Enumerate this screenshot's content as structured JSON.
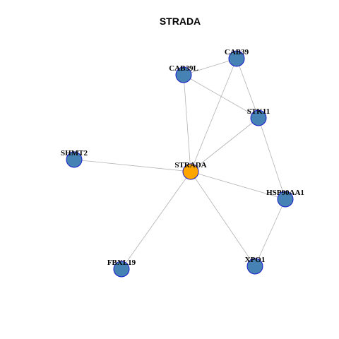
{
  "title": "STRADA",
  "colors": {
    "center_node": "#ffa500",
    "neighbor_node": "#4682b4",
    "node_border": "#1a1acc",
    "edge": "#b3b3b3"
  },
  "nodes": [
    {
      "id": "STRADA",
      "label": "STRADA",
      "role": "center"
    },
    {
      "id": "CAB39",
      "label": "CAB39",
      "role": "neighbor"
    },
    {
      "id": "CAB39L",
      "label": "CAB39L",
      "role": "neighbor"
    },
    {
      "id": "STK11",
      "label": "STK11",
      "role": "neighbor"
    },
    {
      "id": "SHMT2",
      "label": "SHMT2",
      "role": "neighbor"
    },
    {
      "id": "HSP90AA1",
      "label": "HSP90AA1",
      "role": "neighbor"
    },
    {
      "id": "FBXL19",
      "label": "FBXL19",
      "role": "neighbor"
    },
    {
      "id": "XPO1",
      "label": "XPO1",
      "role": "neighbor"
    }
  ],
  "edges": [
    [
      "CAB39L",
      "CAB39"
    ],
    [
      "CAB39L",
      "STK11"
    ],
    [
      "CAB39L",
      "STRADA"
    ],
    [
      "CAB39",
      "STK11"
    ],
    [
      "CAB39",
      "STRADA"
    ],
    [
      "STK11",
      "STRADA"
    ],
    [
      "STK11",
      "HSP90AA1"
    ],
    [
      "SHMT2",
      "STRADA"
    ],
    [
      "STRADA",
      "HSP90AA1"
    ],
    [
      "STRADA",
      "FBXL19"
    ],
    [
      "STRADA",
      "XPO1"
    ],
    [
      "HSP90AA1",
      "XPO1"
    ]
  ]
}
